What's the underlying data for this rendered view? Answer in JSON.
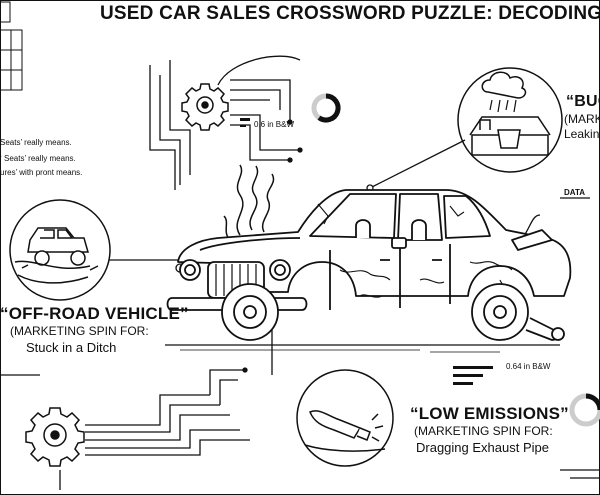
{
  "title": "USED CAR SALES CROSSWORD PUZZLE: DECODING THE ‘SPIN",
  "top_gauge_label": "0.6 in B&W",
  "left_notes": [
    "Seats’ really means.",
    "‘ Seats’ really means.",
    "ures’ with pront means."
  ],
  "bucket_callout": {
    "heading": "“BUCK",
    "line1": "(MARKE",
    "line2": "Leakin"
  },
  "data_label": "DATA",
  "offroad_callout": {
    "heading": "“OFF-ROAD VEHICLE”",
    "line1": "(MARKETING SPIN FOR:",
    "line2": "Stuck in a Ditch"
  },
  "bottom_gauge_label": "0.64 in B&W",
  "emissions_callout": {
    "heading": "“LOW EMISSIONS”",
    "line1": "(MARKETING SPIN FOR:",
    "line2": "Dragging Exhaust Pipe"
  },
  "icons": {
    "gear": "gear-icon",
    "car": "old-car-illustration",
    "jeep": "jeep-in-ditch-icon",
    "exhaust": "exhaust-pipe-icon",
    "rain": "rain-cloud-bucket-icon"
  }
}
